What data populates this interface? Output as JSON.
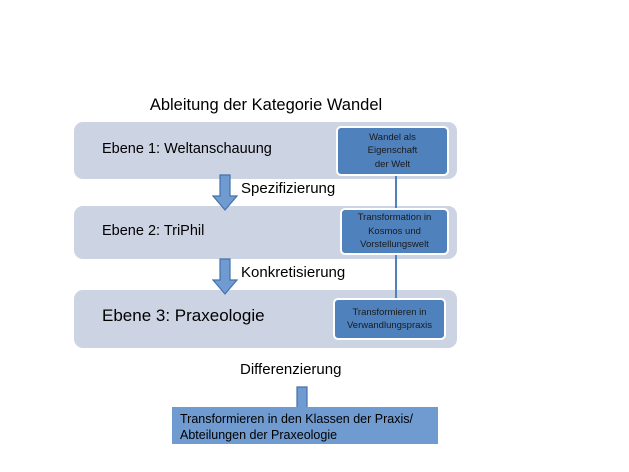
{
  "diagram": {
    "title": "Ableitung der Kategorie Wandel",
    "colors": {
      "level_band": "#ccd3e3",
      "callout": "#4f81bd",
      "final_box": "#6f9bd1",
      "arrow_fill": "#6f9bd1",
      "arrow_outline": "#4472a8",
      "connector": "#4f81bd",
      "background": "#ffffff",
      "text": "#000000"
    },
    "levels": [
      {
        "label": "Ebene 1: Weltanschauung",
        "callout": {
          "lines": [
            "Wandel als",
            "Eigenschaft",
            "der Welt"
          ],
          "text": "Wandel als Eigenschaft der Welt"
        }
      },
      {
        "label": "Ebene 2: TriPhil",
        "callout": {
          "lines": [
            "Transformation in",
            "Kosmos und",
            "Vorstellungswelt"
          ],
          "text": "Transformation in Kosmos und Vorstellungswelt"
        }
      },
      {
        "label": "Ebene 3: Praxeologie",
        "callout": {
          "lines": [
            "Transformieren in",
            "Verwandlungspraxis"
          ],
          "text": "Transformieren in Verwandlungspraxis"
        }
      }
    ],
    "transitions": [
      {
        "label": "Spezifizierung",
        "icon": "down-block-arrow-icon"
      },
      {
        "label": "Konkretisierung",
        "icon": "down-block-arrow-icon"
      },
      {
        "label": "Differenzierung",
        "icon": "down-block-arrow-icon"
      }
    ],
    "final_box": {
      "line1": "Transformieren in den Klassen der Praxis/",
      "line2": "Abteilungen der Praxeologie",
      "text": "Transformieren in den Klassen der Praxis/ Abteilungen der Praxeologie"
    }
  }
}
